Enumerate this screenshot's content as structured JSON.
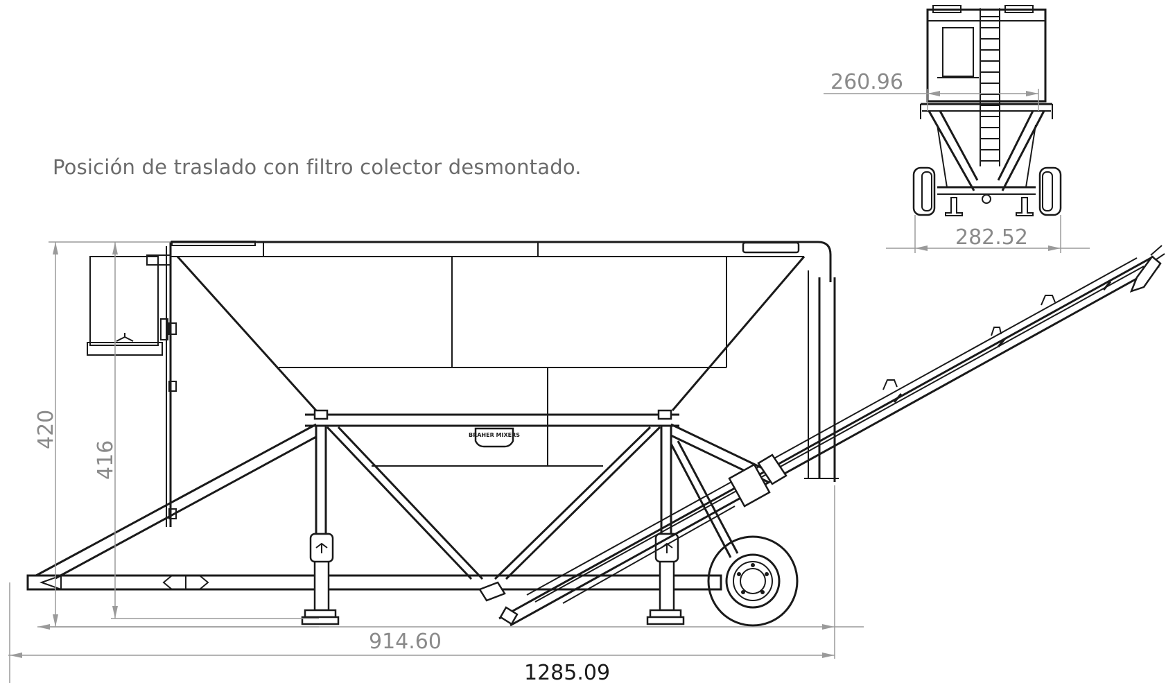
{
  "caption": "Posición de traslado con filtro colector desmontado.",
  "dimensions": {
    "top_width": "260.96",
    "track_width": "282.52",
    "total_height": "420",
    "hopper_height": "416",
    "axle_span": "914.60",
    "total_length": "1285.09"
  },
  "logo_text": "BRAHER MIXERS",
  "colors": {
    "line": "#1a1a1a",
    "dimension": "#8a8a8a",
    "caption": "#6b6b6b"
  }
}
